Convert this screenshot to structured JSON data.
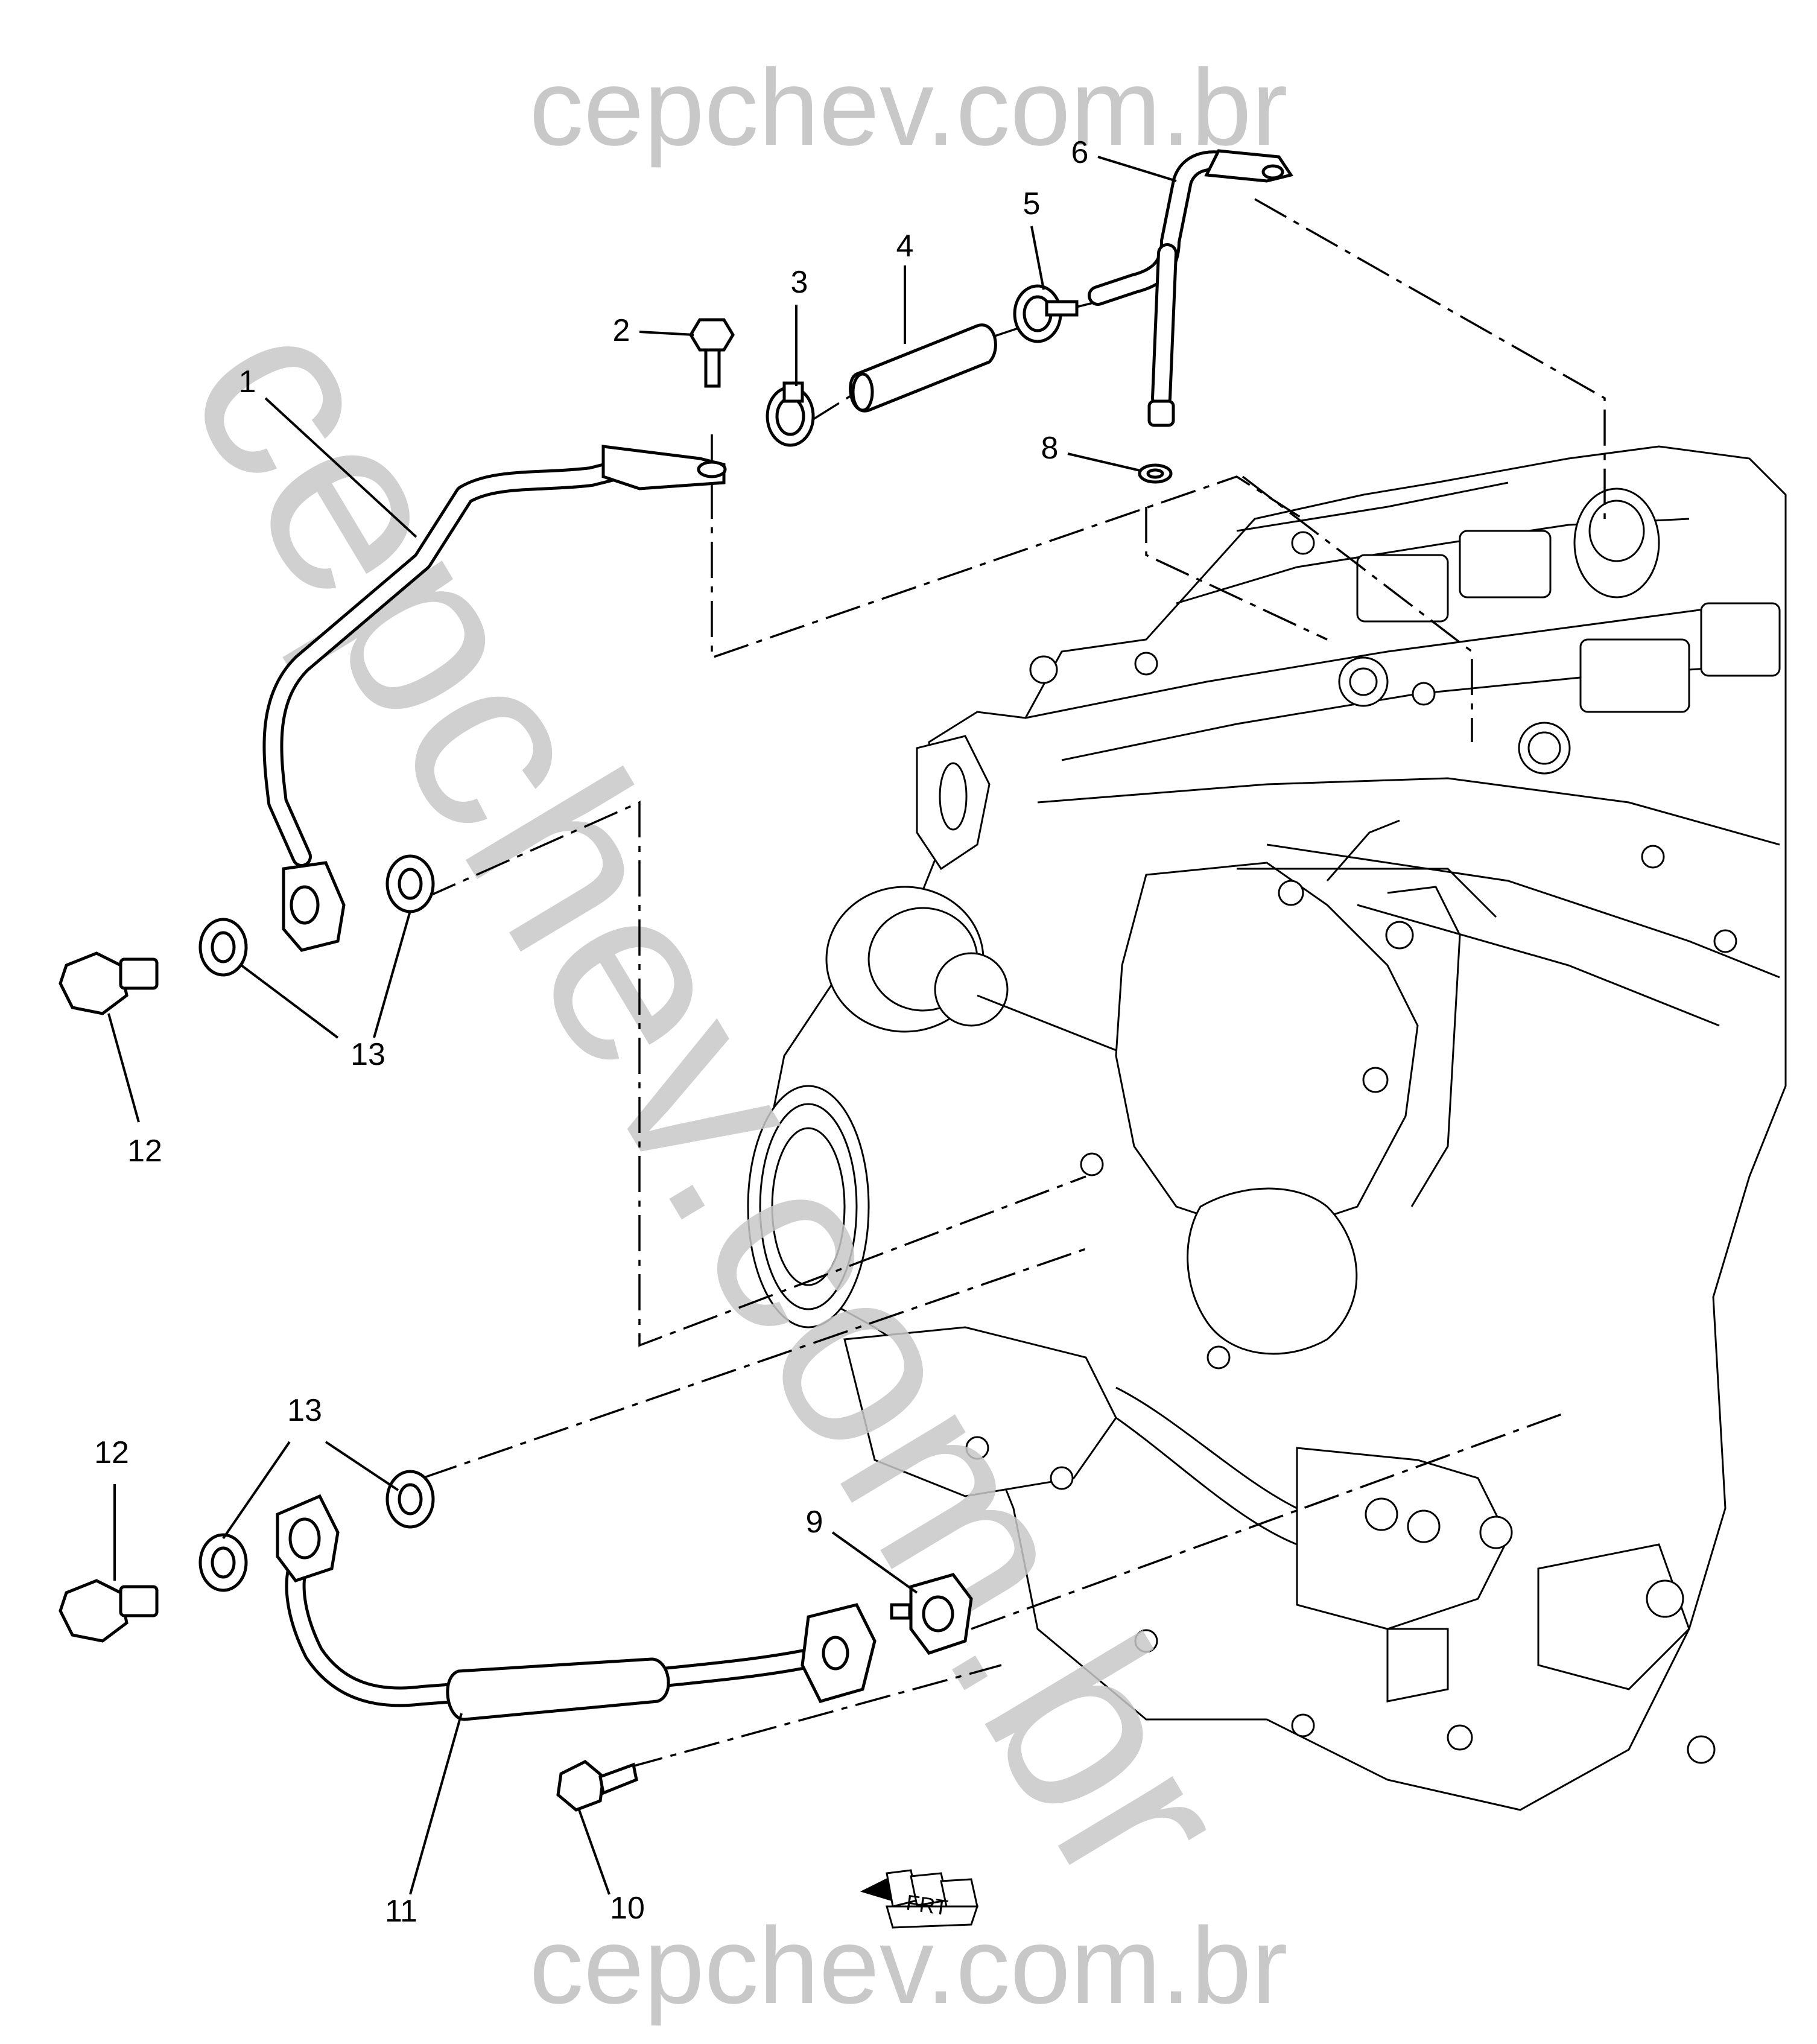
{
  "watermarks": {
    "top": "cepchev.com.br",
    "bottom": "cepchev.com.br",
    "diagonal": "cepchev.com.br"
  },
  "callouts": [
    {
      "id": "1",
      "label": "1"
    },
    {
      "id": "2",
      "label": "2"
    },
    {
      "id": "3",
      "label": "3"
    },
    {
      "id": "4",
      "label": "4"
    },
    {
      "id": "5",
      "label": "5"
    },
    {
      "id": "6",
      "label": "6"
    },
    {
      "id": "8",
      "label": "8"
    },
    {
      "id": "9",
      "label": "9"
    },
    {
      "id": "10",
      "label": "10"
    },
    {
      "id": "11",
      "label": "11"
    },
    {
      "id": "12a",
      "label": "12"
    },
    {
      "id": "12b",
      "label": "12"
    },
    {
      "id": "13a",
      "label": "13"
    },
    {
      "id": "13b",
      "label": "13"
    }
  ],
  "front_indicator": {
    "label": "FRT"
  }
}
